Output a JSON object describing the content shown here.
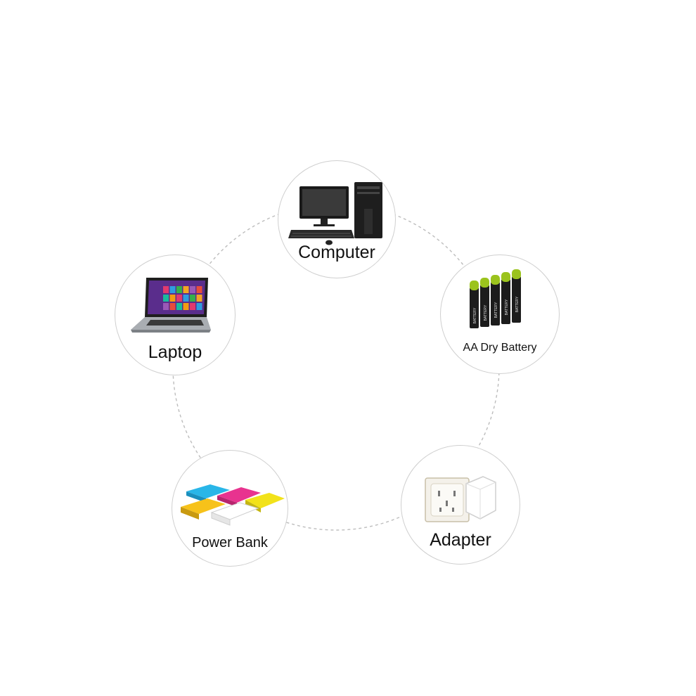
{
  "diagram": {
    "nodes": [
      {
        "id": "computer",
        "label": "Computer",
        "icon": "desktop-computer-icon"
      },
      {
        "id": "battery",
        "label": "AA Dry Battery",
        "icon": "battery-icon"
      },
      {
        "id": "adapter",
        "label": "Adapter",
        "icon": "wall-adapter-icon"
      },
      {
        "id": "powerbank",
        "label": "Power Bank",
        "icon": "power-bank-icon"
      },
      {
        "id": "laptop",
        "label": "Laptop",
        "icon": "laptop-icon"
      }
    ],
    "battery_text": "BATTERY",
    "colors": {
      "circle_border": "#cfcfcf",
      "dashed_ring": "#bdbdbd",
      "battery_green": "#9bc31d",
      "battery_body": "#1c1c1c",
      "powerbank_cyan": "#29b6e8",
      "powerbank_magenta": "#e8338f",
      "powerbank_yellow": "#f2e21a",
      "powerbank_orange": "#f7c21a"
    }
  }
}
